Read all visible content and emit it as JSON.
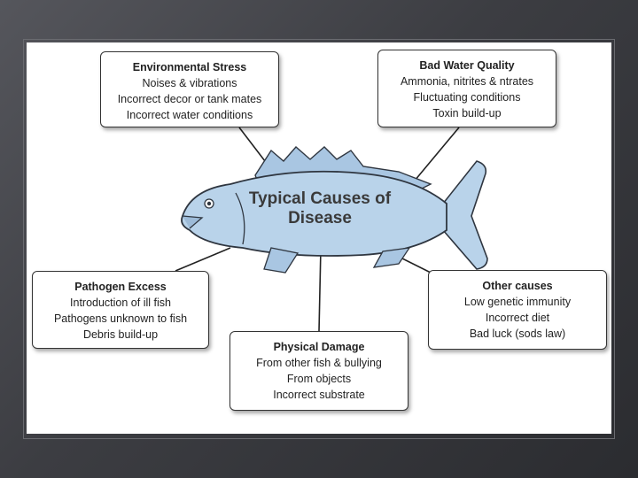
{
  "diagram": {
    "center_label": "Typical Causes of Disease",
    "boxes": {
      "environmental_stress": {
        "title": "Environmental Stress",
        "items": [
          "Noises & vibrations",
          "Incorrect decor or tank mates",
          "Incorrect water conditions"
        ]
      },
      "bad_water_quality": {
        "title": "Bad Water Quality",
        "items": [
          "Ammonia, nitrites & ntrates",
          "Fluctuating conditions",
          "Toxin build-up"
        ]
      },
      "pathogen_excess": {
        "title": "Pathogen Excess",
        "items": [
          "Introduction of ill fish",
          "Pathogens unknown to fish",
          "Debris build-up"
        ]
      },
      "physical_damage": {
        "title": "Physical Damage",
        "items": [
          "From other fish & bullying",
          "From objects",
          "Incorrect substrate"
        ]
      },
      "other_causes": {
        "title": "Other causes",
        "items": [
          "Low genetic immunity",
          "Incorrect diet",
          "Bad luck (sods law)"
        ]
      }
    },
    "colors": {
      "fish_body": "#b9d3ea",
      "fish_outline": "#2f3640",
      "background": "#ffffff"
    }
  }
}
